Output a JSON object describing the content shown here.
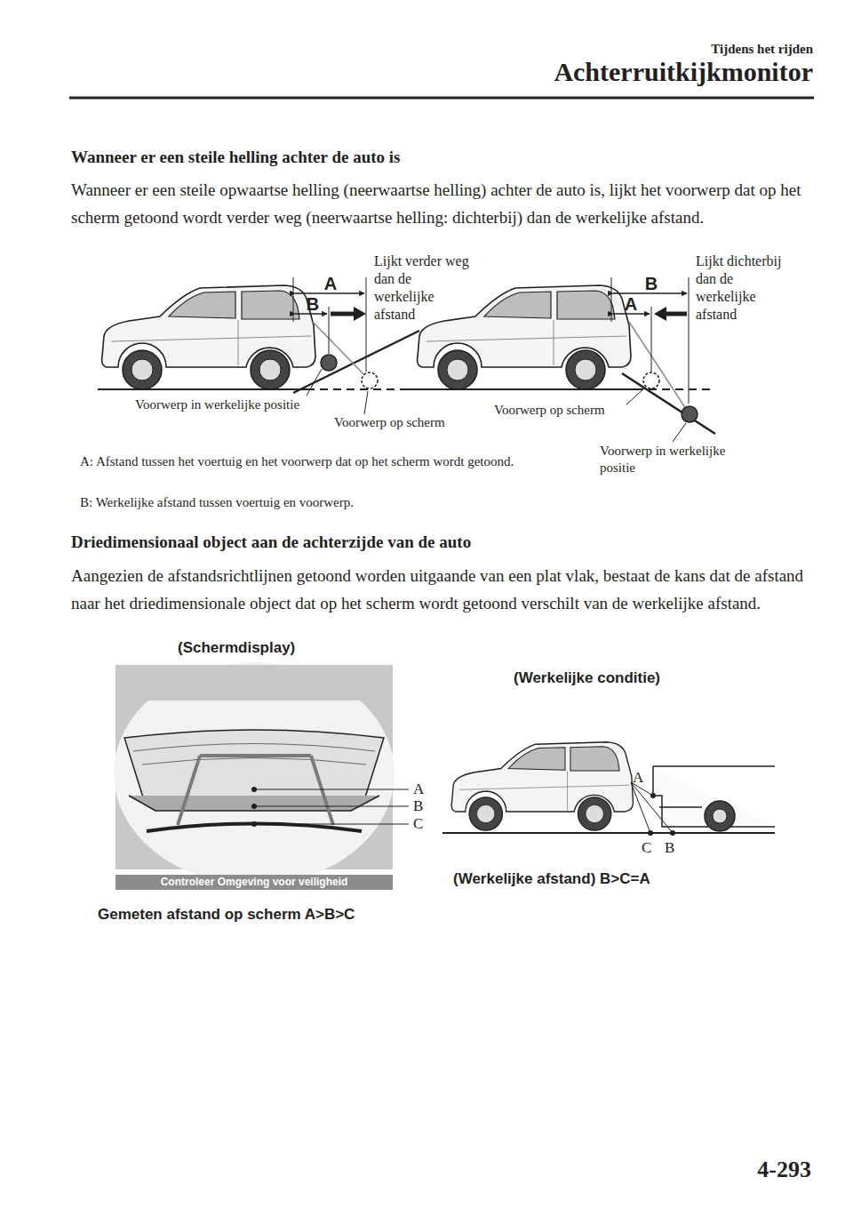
{
  "diagram": {
    "labels": [
      "Tijdens het rijden",
      "Achterruitkijkmonitor",
      "Wanneer er een steile helling achter de auto is",
      "Wanneer er een steile opwaartse helling (neerwaartse helling) achter de auto is, lijkt het voorwerp dat op het scherm getoond wordt verder weg (neerwaartse helling: dichterbij) dan de werkelijke afstand.",
      "A",
      "B",
      "Lijkt verder weg dan de werkelijke afstand",
      "B",
      "A",
      "Lijkt dichterbij dan de werkelijke afstand",
      "Voorwerp in werkelijke positie",
      "Voorwerp op scherm",
      "Voorwerp op scherm",
      "Voorwerp in werkelijke positie",
      "A: Afstand tussen het voertuig en het voorwerp dat op het scherm wordt getoond.",
      "B: Werkelijke afstand tussen voertuig en voorwerp.",
      "Driedimensionaal object aan de achterzijde van de auto",
      "Aangezien de afstandsrichtlijnen getoond worden uitgaande van een plat vlak, bestaat de kans dat de afstand naar het driedimensionale object dat op het scherm wordt getoond verschilt van de werkelijke afstand.",
      "(Schermdisplay)",
      "(Werkelijke conditie)",
      "A",
      "B",
      "C",
      "A",
      "C",
      "B",
      "Controleer Omgeving voor veiligheid",
      "(Werkelijke afstand) B>C=A",
      "Gemeten afstand op scherm A>B>C",
      "4-293"
    ]
  }
}
